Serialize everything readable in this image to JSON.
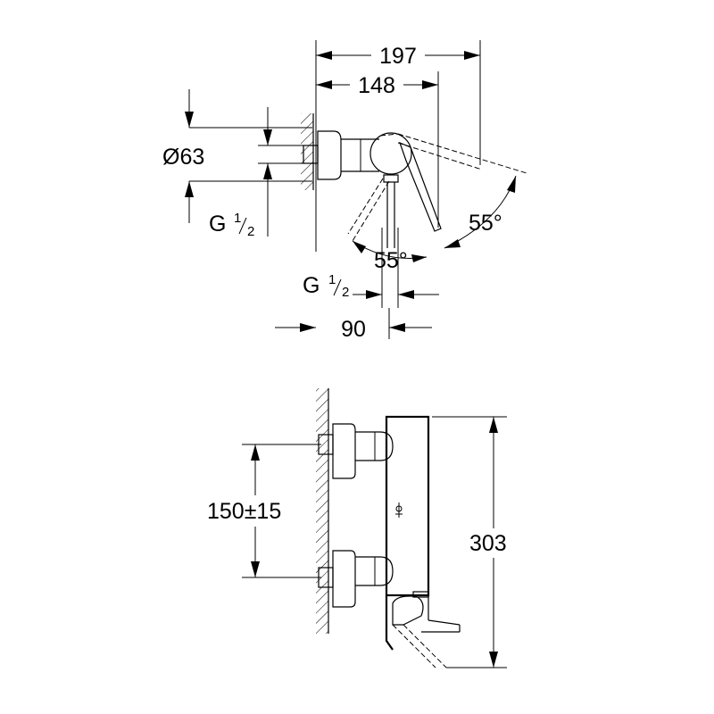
{
  "top_view": {
    "width_overall": "197",
    "width_lever": "148",
    "diameter": "Ø63",
    "inlet_thread": "G",
    "inlet_thread_num": "1",
    "inlet_thread_den": "2",
    "angle_right": "55°",
    "angle_left": "55°",
    "outlet_thread": "G",
    "outlet_thread_num": "1",
    "outlet_thread_den": "2",
    "outlet_offset": "90"
  },
  "front_view": {
    "center_distance": "150±15",
    "height": "303"
  },
  "colors": {
    "line": "#000000",
    "background": "#ffffff"
  }
}
